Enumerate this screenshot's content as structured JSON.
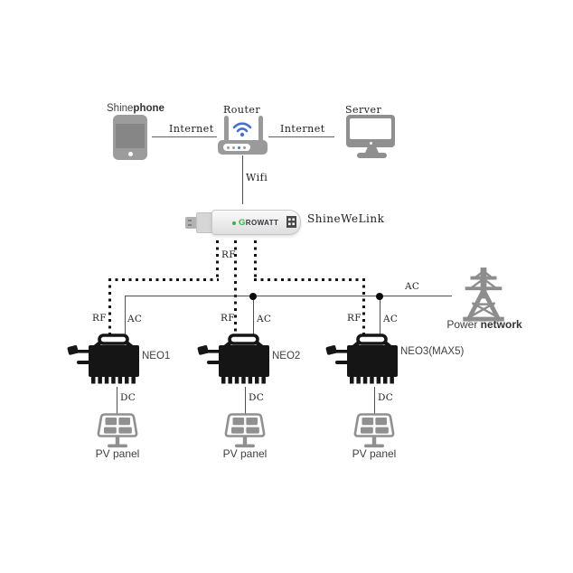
{
  "top": {
    "phone_label": {
      "part1": "Shine",
      "part2": "phone"
    },
    "router_label": "Router",
    "server_label": "Server",
    "internet_left": "Internet",
    "internet_right": "Internet",
    "wifi_link": "Wifi"
  },
  "datalogger": {
    "label": "ShineWeLink",
    "brand": {
      "g": "G",
      "rest": "ROWATT"
    }
  },
  "links": {
    "rf_trunk": "RF",
    "ac_trunk": "AC"
  },
  "units": [
    {
      "name": "NEO1",
      "rf": "RF",
      "ac": "AC",
      "dc": "DC",
      "pv": "PV panel"
    },
    {
      "name": "NEO2",
      "rf": "RF",
      "ac": "AC",
      "dc": "DC",
      "pv": "PV panel"
    },
    {
      "name": "NEO3(MAX5)",
      "rf": "RF",
      "ac": "AC",
      "dc": "DC",
      "pv": "PV panel"
    }
  ],
  "grid": {
    "label": {
      "part1": "Power ",
      "part2": "network"
    }
  },
  "colors": {
    "growatt_green": "#3bb24a",
    "wifi_blue": "#4a6fd0",
    "icon_gray": "#8f8f8f",
    "device_black": "#151515",
    "line_gray": "#4f4f4f"
  }
}
